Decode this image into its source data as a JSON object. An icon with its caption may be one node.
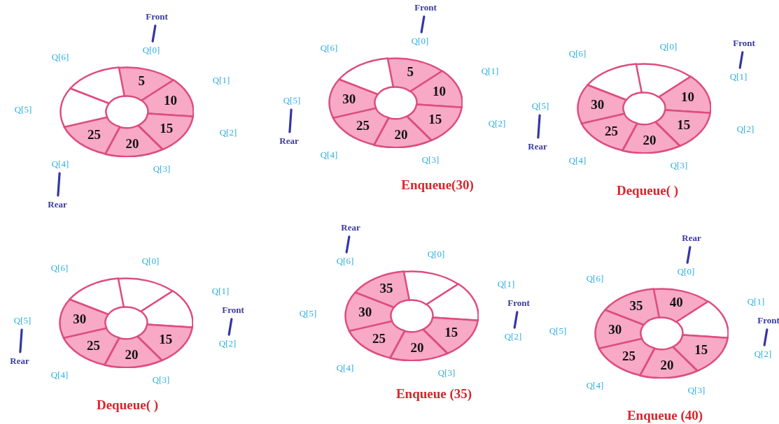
{
  "diagram": {
    "nodes": [
      {
        "text": [
          "5"
        ]
      },
      {
        "text": [
          "10"
        ]
      },
      {
        "text": [
          "15"
        ]
      },
      {
        "text": [
          "20"
        ]
      },
      {
        "text": [
          "25"
        ]
      },
      {
        "text": [],
        "shape": "wedge"
      },
      {
        "text": [],
        "shape": "wedge"
      },
      {
        "text": [
          "Front"
        ]
      },
      {
        "text": [
          "Q[0]"
        ]
      },
      {
        "text": [
          "Rear"
        ]
      },
      {
        "text": [
          "Q[4]"
        ]
      },
      {
        "text": [
          "5"
        ]
      },
      {
        "text": [
          "10"
        ]
      },
      {
        "text": [
          "15"
        ]
      },
      {
        "text": [
          "20"
        ]
      },
      {
        "text": [
          "25"
        ]
      },
      {
        "text": [
          "30"
        ]
      },
      {
        "text": [],
        "shape": "wedge"
      },
      {
        "text": [
          "Front"
        ]
      },
      {
        "text": [
          "Q[0]"
        ]
      },
      {
        "text": [
          "Rear"
        ]
      },
      {
        "text": [
          "Q[5]"
        ]
      },
      {
        "text": [],
        "shape": "wedge"
      },
      {
        "text": [
          "10"
        ]
      },
      {
        "text": [
          "15"
        ]
      },
      {
        "text": [
          "20"
        ]
      },
      {
        "text": [
          "25"
        ]
      },
      {
        "text": [
          "30"
        ]
      },
      {
        "text": [],
        "shape": "wedge"
      },
      {
        "text": [
          "Front"
        ]
      },
      {
        "text": [
          "Q[1]"
        ]
      },
      {
        "text": [
          "Rear"
        ]
      },
      {
        "text": [
          "Q[5]"
        ]
      },
      {
        "text": [],
        "shape": "wedge"
      },
      {
        "text": [],
        "shape": "wedge"
      },
      {
        "text": [
          "15"
        ]
      },
      {
        "text": [
          "20"
        ]
      },
      {
        "text": [
          "25"
        ]
      },
      {
        "text": [
          "30"
        ]
      },
      {
        "text": [],
        "shape": "wedge"
      },
      {
        "text": [
          "Front"
        ]
      },
      {
        "text": [
          "Q[2]"
        ]
      },
      {
        "text": [
          "Rear"
        ]
      },
      {
        "text": [
          "Q[5]"
        ]
      },
      {
        "text": [],
        "shape": "wedge"
      },
      {
        "text": [],
        "shape": "wedge"
      },
      {
        "text": [
          "15"
        ]
      },
      {
        "text": [
          "20"
        ]
      },
      {
        "text": [
          "25"
        ]
      },
      {
        "text": [
          "30"
        ]
      },
      {
        "text": [
          "35"
        ]
      },
      {
        "text": [
          "Front"
        ]
      },
      {
        "text": [
          "Q[2]"
        ]
      },
      {
        "text": [
          "Rear"
        ]
      },
      {
        "text": [
          "Q[6]"
        ]
      },
      {
        "text": [
          "40"
        ]
      },
      {
        "text": [],
        "shape": "wedge"
      },
      {
        "text": [
          "15"
        ]
      },
      {
        "text": [
          "20"
        ]
      },
      {
        "text": [
          "25"
        ]
      },
      {
        "text": [
          "30"
        ]
      },
      {
        "text": [
          "35"
        ]
      },
      {
        "text": [
          "Front"
        ]
      },
      {
        "text": [
          "Q[2]"
        ]
      },
      {
        "text": [
          "Rear"
        ]
      },
      {
        "text": [
          "Q[0]"
        ]
      }
    ],
    "edges": [
      {
        "from": 7,
        "to": 8,
        "arrow": "none"
      },
      {
        "from": 9,
        "to": 10,
        "arrow": "none"
      },
      {
        "from": 18,
        "to": 19,
        "arrow": "none"
      },
      {
        "from": 20,
        "to": 21,
        "arrow": "none"
      },
      {
        "from": 29,
        "to": 30,
        "arrow": "none"
      },
      {
        "from": 31,
        "to": 32,
        "arrow": "none"
      },
      {
        "from": 40,
        "to": 41,
        "arrow": "none"
      },
      {
        "from": 42,
        "to": 43,
        "arrow": "none"
      },
      {
        "from": 51,
        "to": 52,
        "arrow": "none"
      },
      {
        "from": 53,
        "to": 54,
        "arrow": "none"
      },
      {
        "from": 62,
        "to": 63,
        "arrow": "none"
      },
      {
        "from": 64,
        "to": 65,
        "arrow": "none"
      }
    ],
    "labels": [
      "Q[1]",
      "Q[2]",
      "Q[3]",
      "Q[5]",
      "Q[6]",
      "Q[1]",
      "Q[2]",
      "Q[3]",
      "Q[4]",
      "Q[6]",
      "Enqueue(30)",
      "Q[0]",
      "Q[2]",
      "Q[3]",
      "Q[4]",
      "Q[6]",
      "Dequeue( )",
      "Q[0]",
      "Q[1]",
      "Q[3]",
      "Q[4]",
      "Q[6]",
      "Dequeue( )",
      "Q[0]",
      "Q[1]",
      "Q[3]",
      "Q[4]",
      "Q[5]",
      "Enqueue (35)",
      "Q[1]",
      "Q[3]",
      "Q[4]",
      "Q[5]",
      "Q[6]",
      "Enqueue (40)"
    ]
  }
}
